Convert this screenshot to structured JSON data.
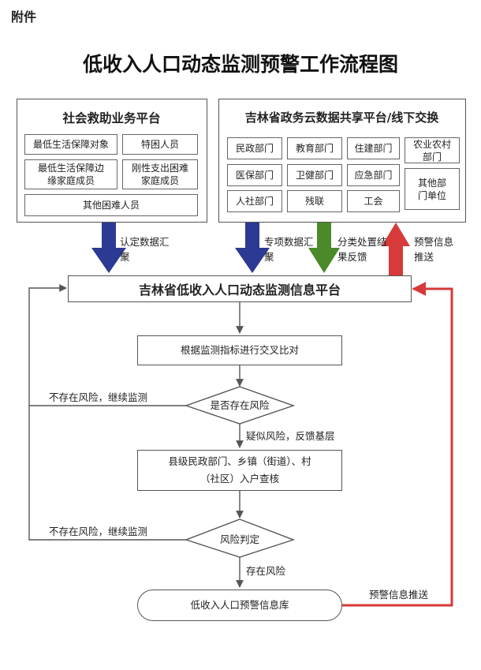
{
  "header": {
    "attachment": "附件",
    "title": "低收入人口动态监测预警工作流程图"
  },
  "left_group": {
    "title": "社会救助业务平台",
    "items": [
      "最低生活保障对象",
      "特困人员",
      "最低生活保障边缘家庭成员",
      "刚性支出困难家庭成员",
      "其他困难人员"
    ]
  },
  "right_group": {
    "title": "吉林省政务云数据共享平台/线下交换",
    "items": [
      "民政部门",
      "教育部门",
      "住建部门",
      "农业农村部门",
      "医保部门",
      "卫健部门",
      "应急部门",
      "其他部门单位",
      "人社部门",
      "残联",
      "工会"
    ]
  },
  "arrow_labels": {
    "certified": "认定数据汇聚",
    "special": "专项数据汇聚",
    "feedback": "分类处置结果反馈",
    "warning_push_up": "预警信息推送",
    "warning_push": "预警信息推送"
  },
  "hub": {
    "label": "吉林省低收入人口动态监测信息平台"
  },
  "steps": {
    "compare": "根据监测指标进行交叉比对",
    "risk_check": "是否存在风险",
    "verify": "县级民政部门、乡镇（街道）、村（社区）入户查核",
    "judge": "风险判定",
    "database": "低收入人口预警信息库"
  },
  "edge_labels": {
    "no_risk_1": "不存在风险，继续监测",
    "suspected": "疑似风险，反馈基层",
    "no_risk_2": "不存在风险，继续监测",
    "has_risk": "存在风险"
  },
  "colors": {
    "blue": "#2c3a94",
    "green": "#4a8a2a",
    "red": "#d63a3a",
    "line": "#555555"
  }
}
